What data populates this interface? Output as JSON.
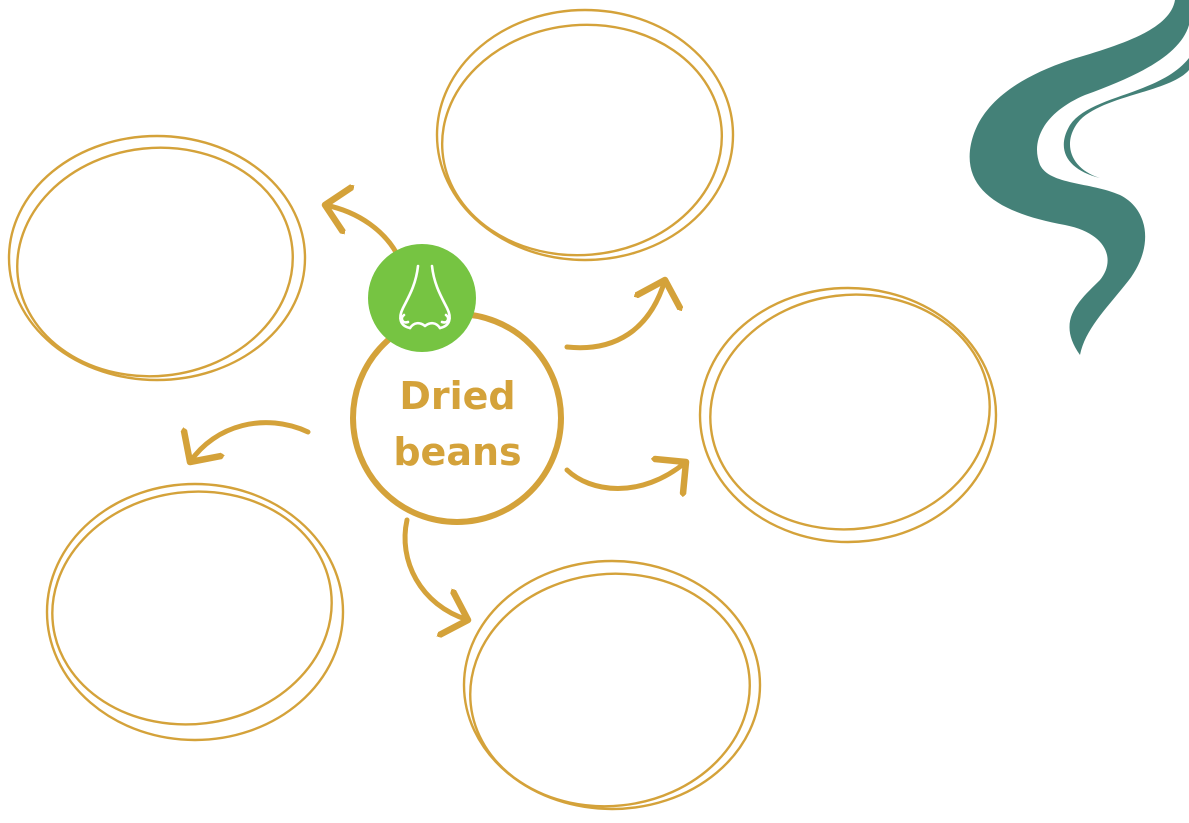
{
  "center": {
    "line1": "Dried",
    "line2": "beans"
  },
  "colors": {
    "accent": "#d4a23a",
    "icon_bg": "#76c442",
    "smell_wave": "#448178",
    "background": "#ffffff"
  },
  "icons": {
    "center_badge": "nose-icon",
    "decoration": "smell-wave-icon"
  },
  "nodes": [
    {
      "id": "top-left",
      "text": ""
    },
    {
      "id": "top",
      "text": ""
    },
    {
      "id": "right",
      "text": ""
    },
    {
      "id": "bottom",
      "text": ""
    },
    {
      "id": "bottom-left",
      "text": ""
    }
  ]
}
